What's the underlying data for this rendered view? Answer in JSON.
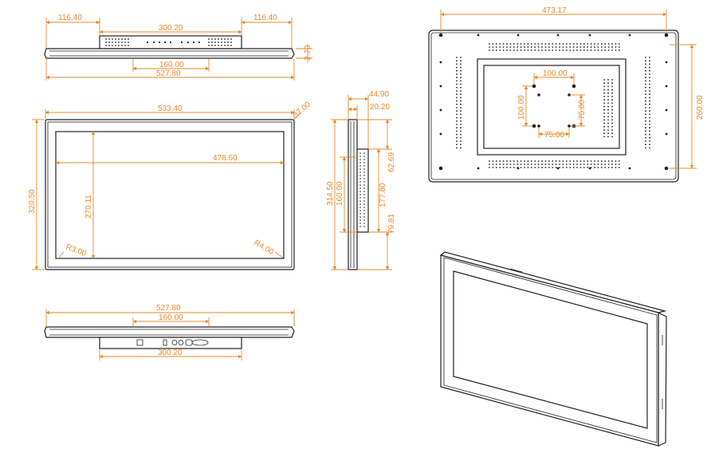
{
  "colors": {
    "dimension": "#E8892A",
    "outline": "#222222",
    "background": "#FFFFFF"
  },
  "top_view": {
    "left_margin": "116.40",
    "right_margin": "116.40",
    "box_width": "300.20",
    "depth": "2.70",
    "bracket_spacing": "160.00",
    "overall_width": "527.80"
  },
  "front_view": {
    "overall_width": "533.40",
    "corner_top_right": "37.00",
    "overall_height": "320.50",
    "active_width": "478.60",
    "active_height": "270.11",
    "radius_left": "R3.00",
    "radius_right": "R4.00"
  },
  "side_view": {
    "total_depth": "44.90",
    "bezel_depth": "20.20",
    "overall_height": "314.50",
    "bracket_spacing": "160.00",
    "top_offset": "62.69",
    "box_height": "177.80",
    "bottom_offset": "79.81"
  },
  "bottom_view": {
    "overall_width": "527.80",
    "bracket_spacing": "160.00",
    "box_width": "300.20"
  },
  "rear_view": {
    "mount_width": "473.17",
    "mount_height": "260.00",
    "vesa_horizontal": "100.00",
    "vesa_vertical": "100.00",
    "vesa_small_h": "75.00",
    "vesa_small_v": "75.00"
  }
}
